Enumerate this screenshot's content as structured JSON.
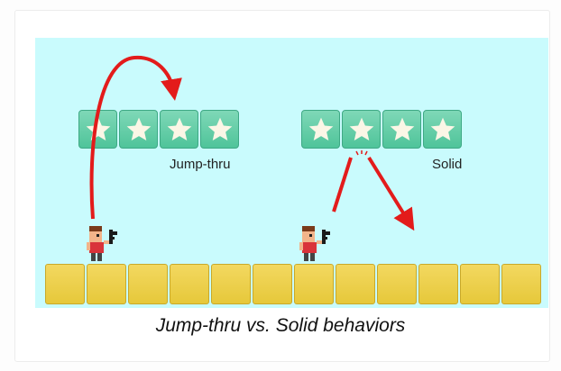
{
  "scene": {
    "left_group": {
      "label": "Jump-thru",
      "star_count": 4
    },
    "right_group": {
      "label": "Solid",
      "star_count": 4
    },
    "ground_block_count": 12
  },
  "caption": "Jump-thru vs. Solid behaviors",
  "colors": {
    "sky": "#c9fbfd",
    "star_tile": "#5fcfa6",
    "ground_block": "#ecd04a",
    "arrow": "#e31b1b"
  }
}
